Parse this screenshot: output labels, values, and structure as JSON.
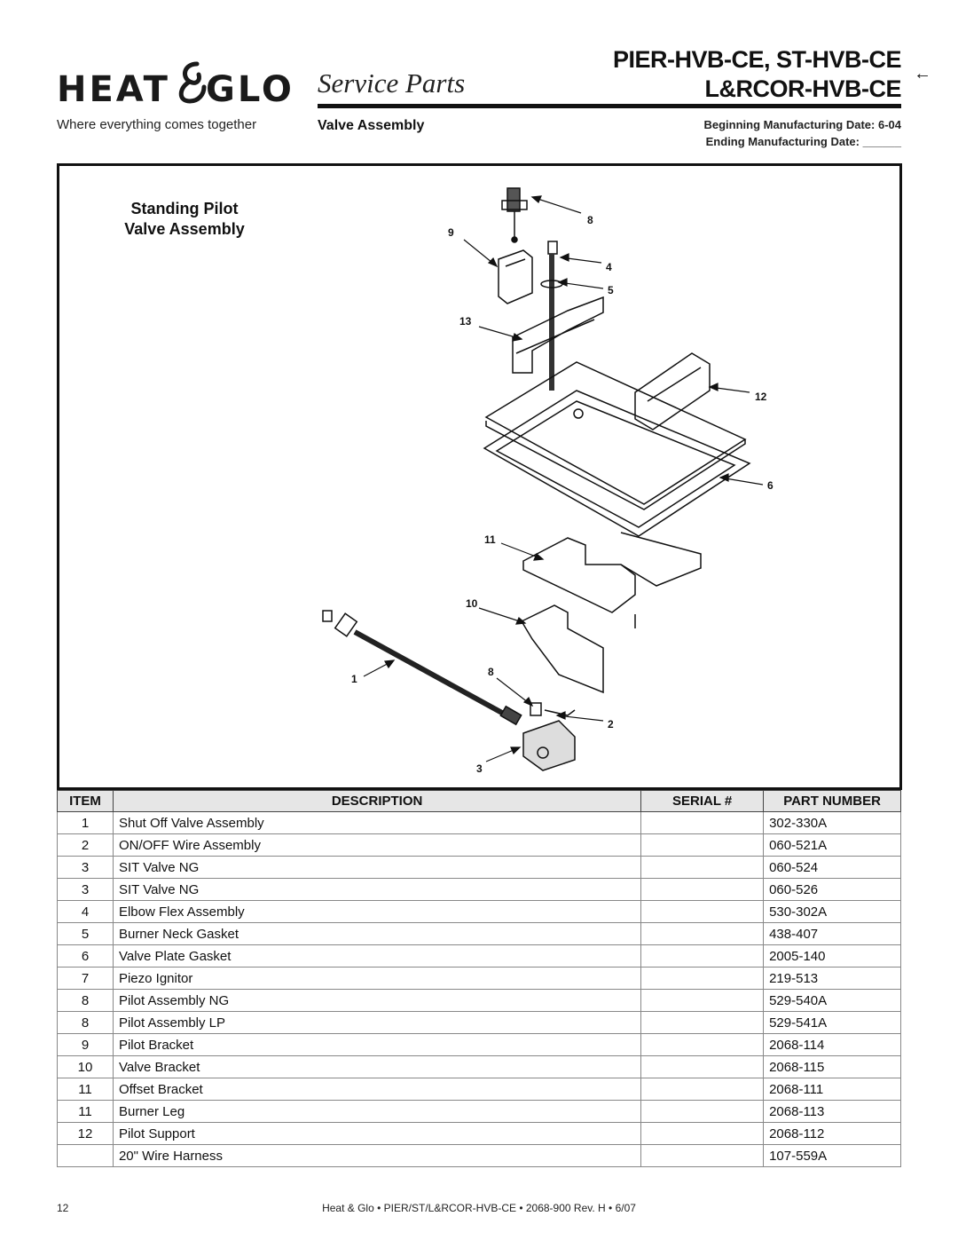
{
  "header": {
    "logo_left": "HEAT",
    "logo_right": "GLO",
    "tagline": "Where everything comes together",
    "doc_type": "Service Parts",
    "section": "Valve Assembly",
    "model_line1": "PIER-HVB-CE, ST-HVB-CE",
    "model_line2": "L&RCOR-HVB-CE",
    "arrow": "←",
    "begin_label": "Beginning Manufacturing Date:",
    "begin_value": "6-04",
    "end_label": "Ending Manufacturing Date:",
    "end_value": "______"
  },
  "diagram": {
    "title_line1": "Standing Pilot",
    "title_line2": "Valve Assembly",
    "callouts": [
      "8",
      "9",
      "4",
      "5",
      "13",
      "12",
      "6",
      "11",
      "10",
      "1",
      "8",
      "2",
      "3"
    ]
  },
  "table": {
    "headers": [
      "ITEM",
      "DESCRIPTION",
      "SERIAL #",
      "PART NUMBER"
    ],
    "rows": [
      {
        "item": "1",
        "desc": "Shut Off Valve Assembly",
        "serial": "",
        "part": "302-330A"
      },
      {
        "item": "2",
        "desc": "ON/OFF Wire Assembly",
        "serial": "",
        "part": "060-521A"
      },
      {
        "item": "3",
        "desc": "SIT Valve NG",
        "serial": "",
        "part": "060-524"
      },
      {
        "item": "3",
        "desc": "SIT Valve NG",
        "serial": "",
        "part": "060-526"
      },
      {
        "item": "4",
        "desc": "Elbow Flex Assembly",
        "serial": "",
        "part": "530-302A"
      },
      {
        "item": "5",
        "desc": "Burner Neck Gasket",
        "serial": "",
        "part": "438-407"
      },
      {
        "item": "6",
        "desc": "Valve Plate Gasket",
        "serial": "",
        "part": "2005-140"
      },
      {
        "item": "7",
        "desc": "Piezo Ignitor",
        "serial": "",
        "part": "219-513"
      },
      {
        "item": "8",
        "desc": "Pilot Assembly NG",
        "serial": "",
        "part": "529-540A"
      },
      {
        "item": "8",
        "desc": "Pilot Assembly LP",
        "serial": "",
        "part": "529-541A"
      },
      {
        "item": "9",
        "desc": "Pilot Bracket",
        "serial": "",
        "part": "2068-114"
      },
      {
        "item": "10",
        "desc": "Valve Bracket",
        "serial": "",
        "part": "2068-115"
      },
      {
        "item": "11",
        "desc": "Offset Bracket",
        "serial": "",
        "part": "2068-111"
      },
      {
        "item": "11",
        "desc": "Burner Leg",
        "serial": "",
        "part": "2068-113"
      },
      {
        "item": "12",
        "desc": "Pilot Support",
        "serial": "",
        "part": "2068-112"
      },
      {
        "item": "",
        "desc": "20\" Wire Harness",
        "serial": "",
        "part": "107-559A"
      }
    ]
  },
  "footer": {
    "page_number": "12",
    "text": "Heat & Glo • PIER/ST/L&RCOR-HVB-CE • 2068-900  Rev. H • 6/07"
  }
}
